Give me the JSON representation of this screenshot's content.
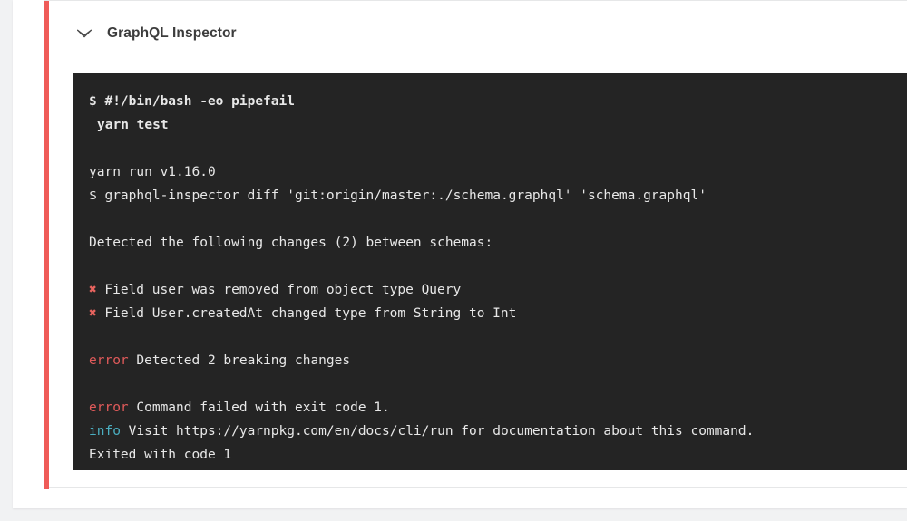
{
  "colors": {
    "status_accent": "#ef5b58",
    "terminal_bg": "#242424",
    "terminal_fg": "#e8e8e8",
    "error_red": "#e05a5a",
    "info_cyan": "#4aaec0",
    "mark_red": "#e8645f",
    "title_gray": "#3c3c3c",
    "page_bg": "#f1f2f3"
  },
  "card": {
    "title": "GraphQL Inspector",
    "toggle_icon": "chevron-down-icon",
    "status": "failed"
  },
  "terminal": {
    "lines": [
      {
        "type": "command",
        "bold": true,
        "indent": false,
        "text": "$ #!/bin/bash -eo pipefail"
      },
      {
        "type": "command",
        "bold": true,
        "indent": true,
        "text": "yarn test"
      },
      {
        "type": "blank",
        "bold": false,
        "indent": false,
        "text": ""
      },
      {
        "type": "output",
        "bold": false,
        "indent": false,
        "text": "yarn run v1.16.0"
      },
      {
        "type": "output",
        "bold": false,
        "indent": false,
        "text": "$ graphql-inspector diff 'git:origin/master:./schema.graphql' 'schema.graphql'"
      },
      {
        "type": "blank",
        "bold": false,
        "indent": false,
        "text": ""
      },
      {
        "type": "output",
        "bold": false,
        "indent": false,
        "text": "Detected the following changes (2) between schemas:"
      },
      {
        "type": "blank",
        "bold": false,
        "indent": false,
        "text": ""
      },
      {
        "type": "change",
        "bold": false,
        "indent": false,
        "marker": "✖",
        "text": "Field user was removed from object type Query"
      },
      {
        "type": "change",
        "bold": false,
        "indent": false,
        "marker": "✖",
        "text": "Field User.createdAt changed type from String to Int"
      },
      {
        "type": "blank",
        "bold": false,
        "indent": false,
        "text": ""
      },
      {
        "type": "labeled",
        "bold": false,
        "indent": false,
        "label": "error",
        "label_kind": "error",
        "text": " Detected 2 breaking changes"
      },
      {
        "type": "blank",
        "bold": false,
        "indent": false,
        "text": ""
      },
      {
        "type": "labeled",
        "bold": false,
        "indent": false,
        "label": "error",
        "label_kind": "error",
        "text": " Command failed with exit code 1."
      },
      {
        "type": "labeled",
        "bold": false,
        "indent": false,
        "label": "info",
        "label_kind": "info",
        "text": " Visit https://yarnpkg.com/en/docs/cli/run for documentation about this command."
      },
      {
        "type": "output",
        "bold": false,
        "indent": false,
        "text": "Exited with code 1"
      }
    ]
  }
}
